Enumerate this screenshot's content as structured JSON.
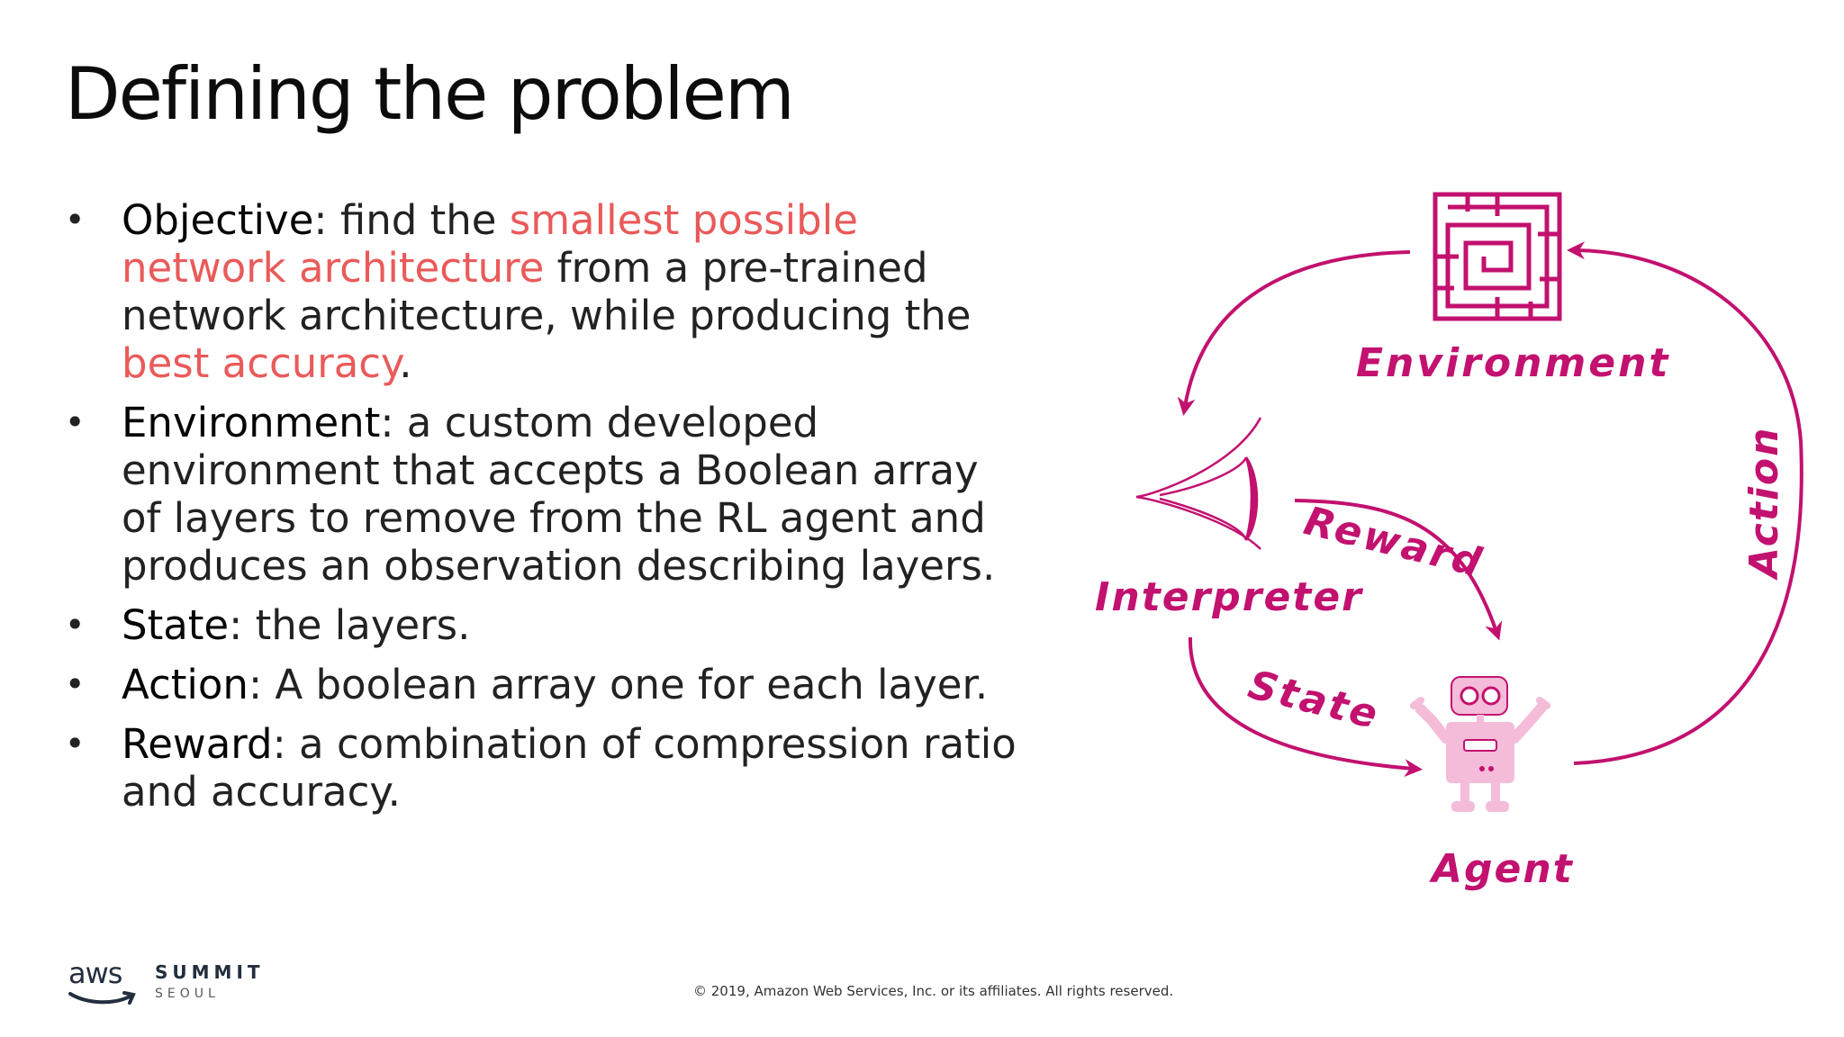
{
  "title": "Defining the problem",
  "bullets": [
    {
      "term": "Objective",
      "parts": [
        {
          "text": ": find the ",
          "hl": false
        },
        {
          "text": "smallest possible network architecture",
          "hl": true
        },
        {
          "text": " from a pre-trained network architecture, while producing the ",
          "hl": false
        },
        {
          "text": "best accuracy",
          "hl": true
        },
        {
          "text": ".",
          "hl": false
        }
      ]
    },
    {
      "term": "Environment",
      "parts": [
        {
          "text": ": a custom developed environment that accepts a Boolean array of layers to remove from the RL agent and produces an observation describing layers.",
          "hl": false
        }
      ]
    },
    {
      "term": "State",
      "parts": [
        {
          "text": ": the layers.",
          "hl": false
        }
      ]
    },
    {
      "term": "Action",
      "parts": [
        {
          "text": ": A boolean array one for each layer.",
          "hl": false
        }
      ]
    },
    {
      "term": "Reward",
      "parts": [
        {
          "text": ": a combination of compression ratio and accuracy.",
          "hl": false
        }
      ]
    }
  ],
  "diagram": {
    "environment_label": "Environment",
    "interpreter_label": "Interpreter",
    "agent_label": "Agent",
    "reward_label": "Reward",
    "state_label": "State",
    "action_label": "Action"
  },
  "footer": {
    "aws": "aws",
    "summit": "SUMMIT",
    "city": "SEOUL",
    "copyright": "© 2019, Amazon Web Services, Inc. or its affiliates. All rights reserved."
  },
  "colors": {
    "highlight": "#ea5a5a",
    "diagram": "#c2116f",
    "robot": "#f4bcd8"
  },
  "bullet_glyph": "•"
}
